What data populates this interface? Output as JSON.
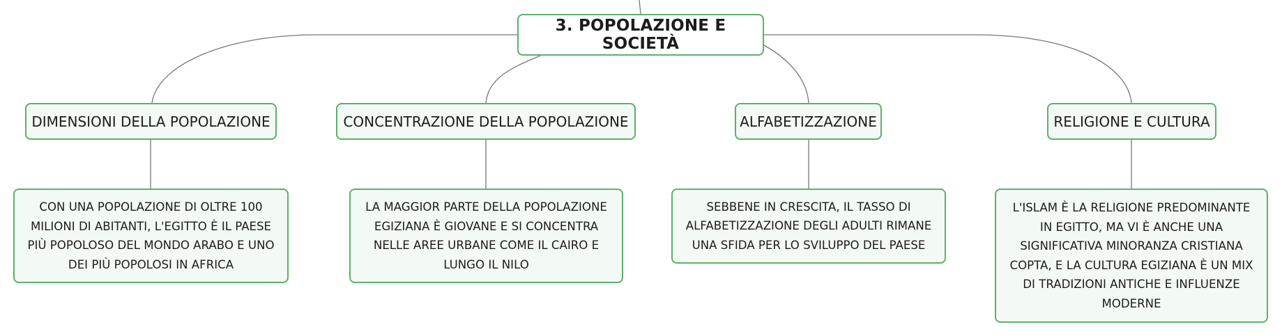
{
  "colors": {
    "node_border": "#5bb16a",
    "node_fill": "#f3f9f4",
    "connector": "#777777",
    "text": "#1c1c1c"
  },
  "root": {
    "label": "3. POPOLAZIONE E SOCIETÀ"
  },
  "branches": [
    {
      "label": "DIMENSIONI DELLA POPOLAZIONE",
      "detail": "CON UNA POPOLAZIONE DI OLTRE 100 MILIONI DI ABITANTI, L'EGITTO È IL PAESE PIÙ POPOLOSO DEL MONDO ARABO E UNO DEI PIÙ POPOLOSI IN AFRICA"
    },
    {
      "label": "CONCENTRAZIONE DELLA POPOLAZIONE",
      "detail": "LA MAGGIOR PARTE DELLA POPOLAZIONE EGIZIANA È GIOVANE E SI CONCENTRA NELLE AREE URBANE COME IL CAIRO E LUNGO IL NILO"
    },
    {
      "label": "ALFABETIZZAZIONE",
      "detail": "SEBBENE IN CRESCITA, IL TASSO DI ALFABETIZZAZIONE DEGLI ADULTI RIMANE UNA SFIDA PER LO SVILUPPO DEL PAESE"
    },
    {
      "label": "RELIGIONE E CULTURA",
      "detail": "L'ISLAM È LA RELIGIONE PREDOMINANTE IN EGITTO, MA VI È ANCHE UNA SIGNIFICATIVA MINORANZA CRISTIANA COPTA, E LA CULTURA EGIZIANA È UN MIX DI TRADIZIONI ANTICHE E INFLUENZE MODERNE"
    }
  ]
}
